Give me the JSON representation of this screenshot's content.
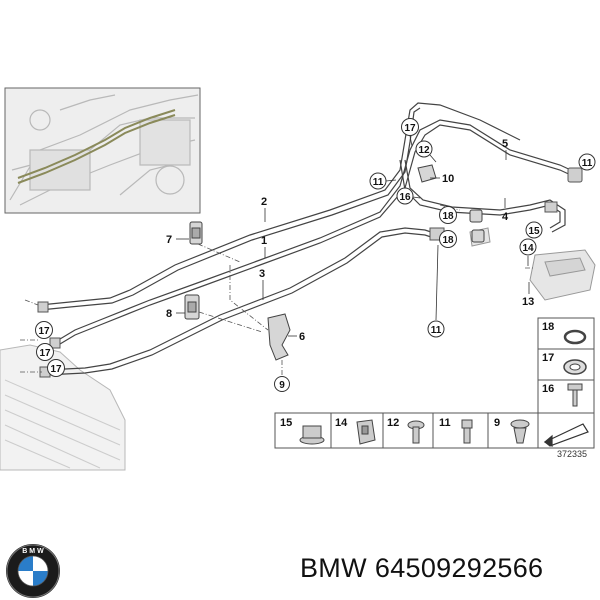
{
  "diagram": {
    "drawing_number": "372335",
    "callouts": [
      "1",
      "2",
      "3",
      "4",
      "5",
      "6",
      "7",
      "8",
      "9",
      "10",
      "11",
      "12",
      "13",
      "14",
      "15",
      "16",
      "17",
      "18"
    ]
  },
  "legend": {
    "side": [
      "18",
      "17",
      "16"
    ],
    "bottom": [
      "15",
      "14",
      "12",
      "11",
      "9"
    ]
  },
  "caption": {
    "brand": "BMW",
    "part_number": "64509292566"
  },
  "logo": {
    "name": "bmw-roundel-logo",
    "letters": "BMW"
  }
}
